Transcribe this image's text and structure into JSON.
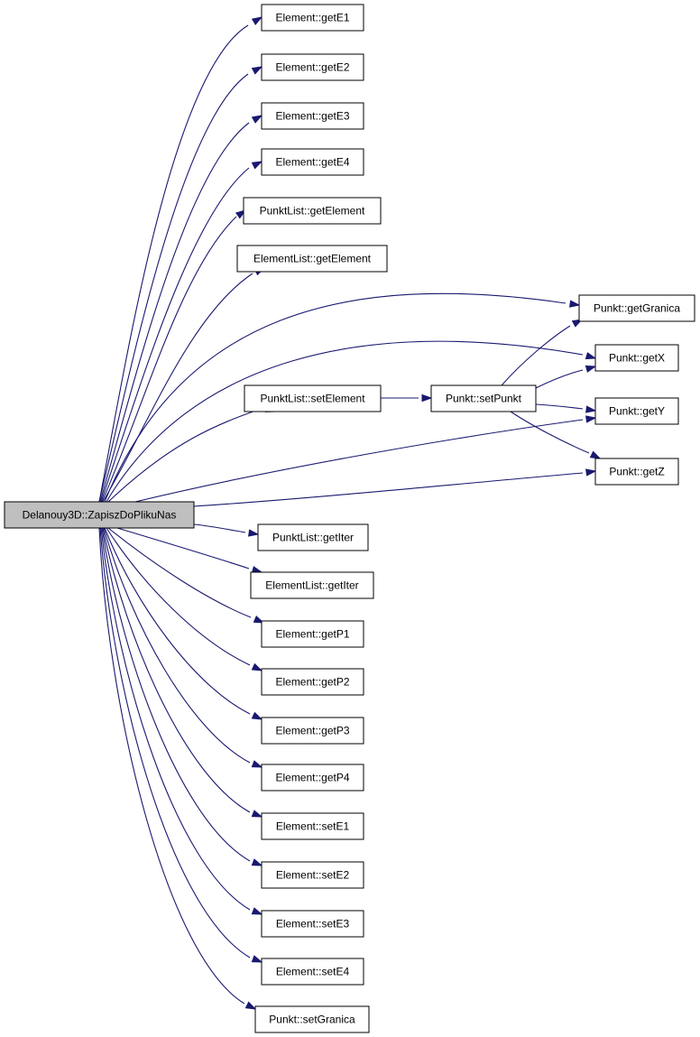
{
  "root": {
    "id": "root",
    "label": "Delanouy3D::ZapiszDoPlikuNas",
    "fill": "#bfbfbf"
  },
  "node_fill": "#ffffff",
  "edge_color": "#191970",
  "nodes": [
    {
      "id": "e-getE1",
      "label": "Element::getE1"
    },
    {
      "id": "e-getE2",
      "label": "Element::getE2"
    },
    {
      "id": "e-getE3",
      "label": "Element::getE3"
    },
    {
      "id": "e-getE4",
      "label": "Element::getE4"
    },
    {
      "id": "pl-getElement",
      "label": "PunktList::getElement"
    },
    {
      "id": "el-getElement",
      "label": "ElementList::getElement"
    },
    {
      "id": "p-getGranica",
      "label": "Punkt::getGranica"
    },
    {
      "id": "p-getX",
      "label": "Punkt::getX"
    },
    {
      "id": "pl-setElement",
      "label": "PunktList::setElement"
    },
    {
      "id": "p-setPunkt",
      "label": "Punkt::setPunkt"
    },
    {
      "id": "p-getY",
      "label": "Punkt::getY"
    },
    {
      "id": "p-getZ",
      "label": "Punkt::getZ"
    },
    {
      "id": "pl-getIter",
      "label": "PunktList::getIter"
    },
    {
      "id": "el-getIter",
      "label": "ElementList::getIter"
    },
    {
      "id": "e-getP1",
      "label": "Element::getP1"
    },
    {
      "id": "e-getP2",
      "label": "Element::getP2"
    },
    {
      "id": "e-getP3",
      "label": "Element::getP3"
    },
    {
      "id": "e-getP4",
      "label": "Element::getP4"
    },
    {
      "id": "e-setE1",
      "label": "Element::setE1"
    },
    {
      "id": "e-setE2",
      "label": "Element::setE2"
    },
    {
      "id": "e-setE3",
      "label": "Element::setE3"
    },
    {
      "id": "e-setE4",
      "label": "Element::setE4"
    },
    {
      "id": "p-setGranica",
      "label": "Punkt::setGranica"
    }
  ],
  "edges": [
    {
      "from": "root",
      "to": "e-getE1"
    },
    {
      "from": "root",
      "to": "e-getE2"
    },
    {
      "from": "root",
      "to": "e-getE3"
    },
    {
      "from": "root",
      "to": "e-getE4"
    },
    {
      "from": "root",
      "to": "pl-getElement"
    },
    {
      "from": "root",
      "to": "el-getElement"
    },
    {
      "from": "root",
      "to": "p-getGranica"
    },
    {
      "from": "root",
      "to": "p-getX"
    },
    {
      "from": "root",
      "to": "pl-setElement"
    },
    {
      "from": "root",
      "to": "p-getY"
    },
    {
      "from": "root",
      "to": "p-getZ"
    },
    {
      "from": "root",
      "to": "pl-getIter"
    },
    {
      "from": "root",
      "to": "el-getIter"
    },
    {
      "from": "root",
      "to": "e-getP1"
    },
    {
      "from": "root",
      "to": "e-getP2"
    },
    {
      "from": "root",
      "to": "e-getP3"
    },
    {
      "from": "root",
      "to": "e-getP4"
    },
    {
      "from": "root",
      "to": "e-setE1"
    },
    {
      "from": "root",
      "to": "e-setE2"
    },
    {
      "from": "root",
      "to": "e-setE3"
    },
    {
      "from": "root",
      "to": "e-setE4"
    },
    {
      "from": "root",
      "to": "p-setGranica"
    },
    {
      "from": "pl-setElement",
      "to": "p-setPunkt"
    },
    {
      "from": "p-setPunkt",
      "to": "p-getGranica"
    },
    {
      "from": "p-setPunkt",
      "to": "p-getX"
    },
    {
      "from": "p-setPunkt",
      "to": "p-getY"
    },
    {
      "from": "p-setPunkt",
      "to": "p-getZ"
    }
  ]
}
